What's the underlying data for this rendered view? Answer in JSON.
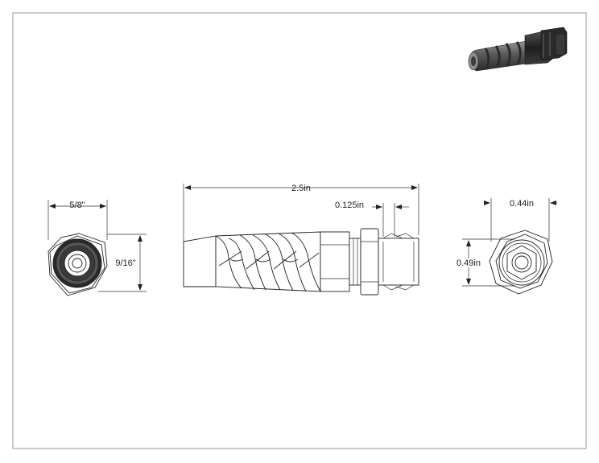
{
  "colors": {
    "line": "#222222",
    "frame": "#9a9a9a",
    "dark_body": "#2a2a2a",
    "mid_body": "#6e6e6e",
    "highlight": "#cfcfcf"
  },
  "views": {
    "front_view": {
      "width_label": "5/8\"",
      "height_label": "9/16\""
    },
    "side_view": {
      "overall_length_label": "2.5in",
      "thread_length_label": "0.125in"
    },
    "back_view": {
      "width_label": "0.44in",
      "height_label": "0.49in"
    },
    "iso_view": {
      "icon": "cable-gland-isometric"
    }
  }
}
